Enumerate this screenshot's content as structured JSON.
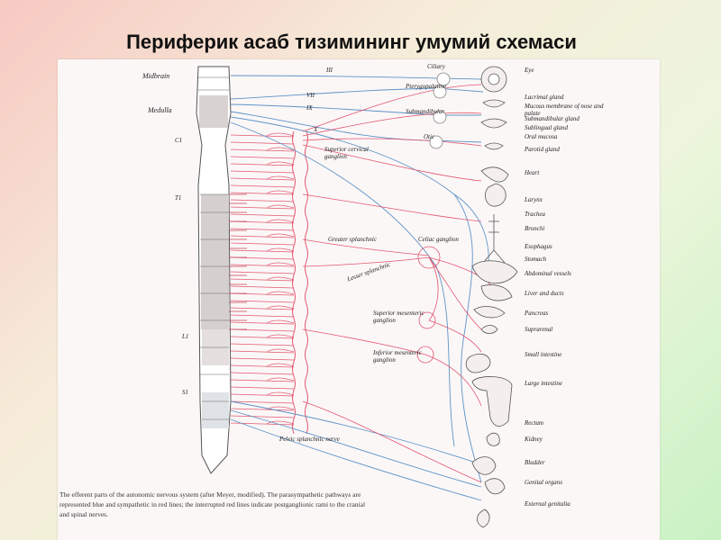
{
  "title": "Периферик асаб тизимининг умумий схемаси",
  "cord_labels": {
    "midbrain": "Midbrain",
    "medulla": "Medulla",
    "c1": "C1",
    "t1": "T1",
    "l1": "L1",
    "s1": "S1"
  },
  "nerve_labels": {
    "iii": "III",
    "vii": "VII",
    "ix": "IX",
    "x": "X"
  },
  "ganglia_labels": {
    "ciliary": "Ciliary",
    "pterygopalatine": "Pterygopalatine",
    "submandibular": "Submandibular",
    "otic": "Otic",
    "superior_cervical": "Superior cervical ganglion",
    "celiac": "Celiac ganglion",
    "superior_mesenteric": "Superior mesenteric ganglion",
    "inferior_mesenteric": "Inferior mesenteric ganglion"
  },
  "splanchnic_labels": {
    "greater": "Greater splanchnic",
    "lesser": "Lesser splanchnic",
    "pelvic": "Pelvic splanchnic nerve"
  },
  "organ_labels": [
    "Eye",
    "Lacrimal gland",
    "Mucous membrane of nose and palate",
    "Submandibular gland",
    "Sublingual gland",
    "Oral mucosa",
    "Parotid gland",
    "Heart",
    "Larynx",
    "Trachea",
    "Bronchi",
    "Esophagus",
    "Stomach",
    "Abdominal vessels",
    "Liver and ducts",
    "Pancreas",
    "Suprarenal",
    "Small intestine",
    "Large intestine",
    "Rectum",
    "Kidney",
    "Bladder",
    "Genital organs",
    "External genitalia"
  ],
  "caption": "The efferent parts of the autonomic nervous system (after Meyer, modified). The parasympathetic pathways are represented blue and sympathetic in red lines; the interrupted red lines indicate postganglionic rami to the cranial and spinal nerves.",
  "colors": {
    "sympathetic": "#e3566f",
    "parasympathetic": "#5d93c6"
  }
}
